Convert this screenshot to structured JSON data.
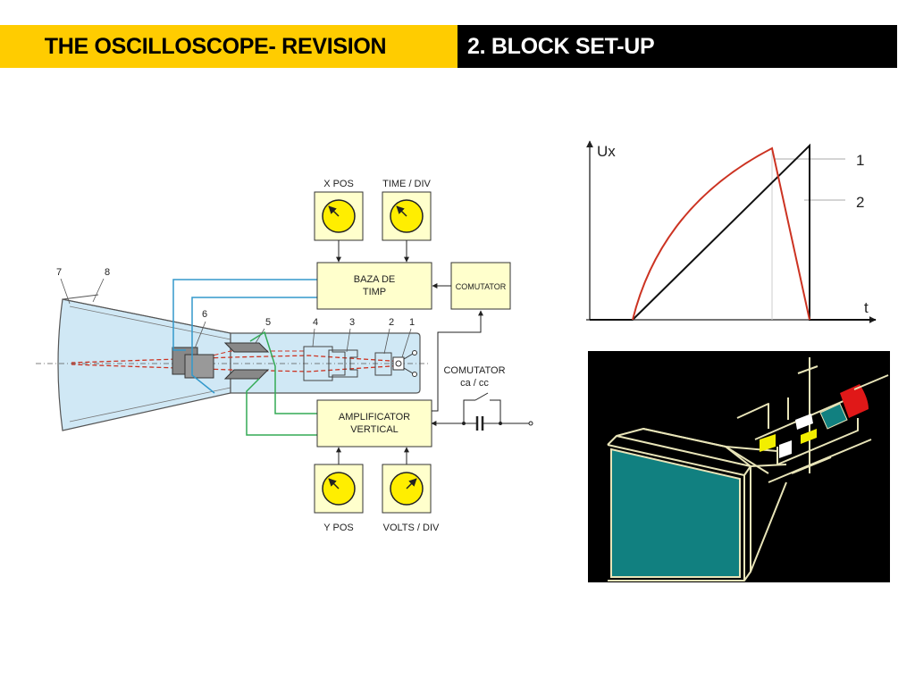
{
  "header": {
    "title": "THE OSCILLOSCOPE- REVISION",
    "section": "2. BLOCK SET-UP"
  },
  "block_diagram": {
    "knobs_top": [
      "X POS",
      "TIME / DIV"
    ],
    "knobs_bottom": [
      "Y POS",
      "VOLTS / DIV"
    ],
    "timebase_block": [
      "BAZA DE",
      "TIMP"
    ],
    "switch_block": "COMUTATOR",
    "amplifier_block": [
      "AMPLIFICATOR",
      "VERTICAL"
    ],
    "input_switch": [
      "COMUTATOR",
      "ca / cc"
    ],
    "tube_parts": [
      "7",
      "8",
      "6",
      "5",
      "4",
      "3",
      "2",
      "1"
    ]
  },
  "waveform": {
    "y_axis_label": "Ux",
    "x_axis_label": "t",
    "curve_labels": [
      "1",
      "2"
    ]
  },
  "colors": {
    "header_yellow": "#ffcc00",
    "knob_bg": "#ffffcc",
    "knob_yellow": "#ffee00",
    "tube_fill": "#d0e8f5",
    "blue_wire": "#3399cc",
    "green_wire": "#33aa55",
    "red_curve": "#cc3322",
    "screen_teal": "#118080"
  }
}
